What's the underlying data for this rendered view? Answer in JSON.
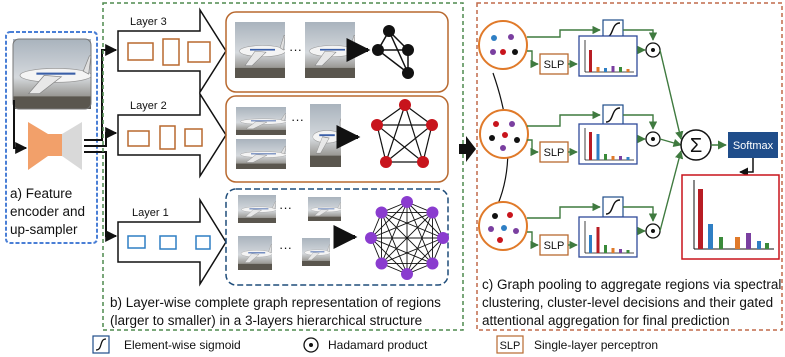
{
  "panel_a": {
    "caption_lines": [
      "a) Feature",
      "encoder and",
      "up-sampler"
    ]
  },
  "panel_b": {
    "layers": [
      {
        "label": "Layer 3",
        "node_color": "#111111",
        "ellipsis": "···"
      },
      {
        "label": "Layer 2",
        "node_color": "#c8141c",
        "ellipsis": "···"
      },
      {
        "label": "Layer 1",
        "node_color": "#8a3ccf",
        "ellipsis": "···"
      }
    ],
    "caption_lines": [
      "b) Layer-wise complete graph representation of regions",
      "(larger to smaller) in a 3-layers hierarchical structure"
    ]
  },
  "panel_c": {
    "slp_label": "SLP",
    "sum_symbol": "Σ",
    "softmax_label": "Softmax",
    "caption_lines": [
      "c) Graph pooling to aggregate regions via spectral",
      "clustering, cluster-level decisions and their gated",
      "attentional aggregation for final prediction"
    ]
  },
  "legend": {
    "sigmoid": "Element-wise sigmoid",
    "hadamard": "Hadamard product",
    "slp_box": "SLP",
    "slp": "Single-layer perceptron"
  },
  "colors": {
    "panel_a_border": "#4a7fd6",
    "panel_b_border": "#4f8a4f",
    "panel_c_border": "#c06a4a",
    "layer3_frame": "#b8692f",
    "layer2_frame": "#b8692f",
    "layer1_frame": "#1f4d7a",
    "encoder": "#f2a06a",
    "bar_red": "#b81d24",
    "bar_blue": "#2f7fc4",
    "bar_green": "#3a8a3a",
    "bar_orange": "#e07a2a",
    "bar_purple": "#7a3fa0"
  }
}
